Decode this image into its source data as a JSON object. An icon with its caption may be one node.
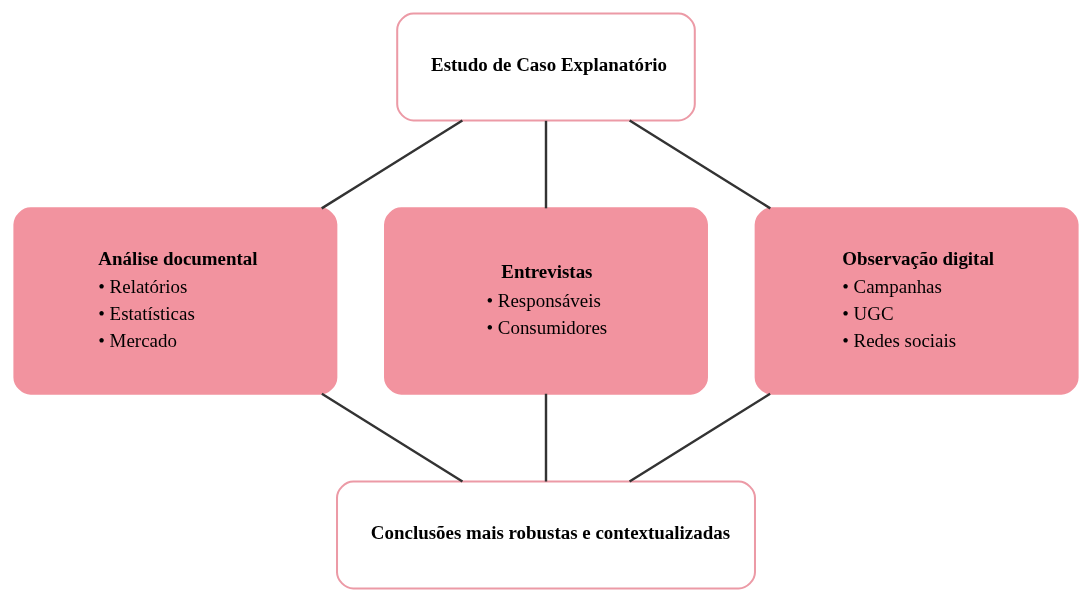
{
  "diagram": {
    "nodes": [
      {
        "text": [
          "Estudo de Caso Explanatório"
        ]
      },
      {
        "text": [
          "Análise documental",
          "• Relatórios",
          "• Estatísticas",
          "• Mercado"
        ]
      },
      {
        "text": [
          "Entrevistas",
          "• Responsáveis",
          "• Consumidores"
        ]
      },
      {
        "text": [
          "Observação digital",
          "• Campanhas",
          "• UGC",
          "• Redes sociais"
        ]
      },
      {
        "text": [
          "Conclusões mais robustas e contextualizadas"
        ]
      }
    ],
    "edges": [
      {
        "from": 0,
        "to": 1,
        "arrow": "none"
      },
      {
        "from": 0,
        "to": 2,
        "arrow": "none"
      },
      {
        "from": 0,
        "to": 3,
        "arrow": "none"
      },
      {
        "from": 1,
        "to": 4,
        "arrow": "none"
      },
      {
        "from": 2,
        "to": 4,
        "arrow": "none"
      },
      {
        "from": 3,
        "to": 4,
        "arrow": "none"
      }
    ]
  }
}
